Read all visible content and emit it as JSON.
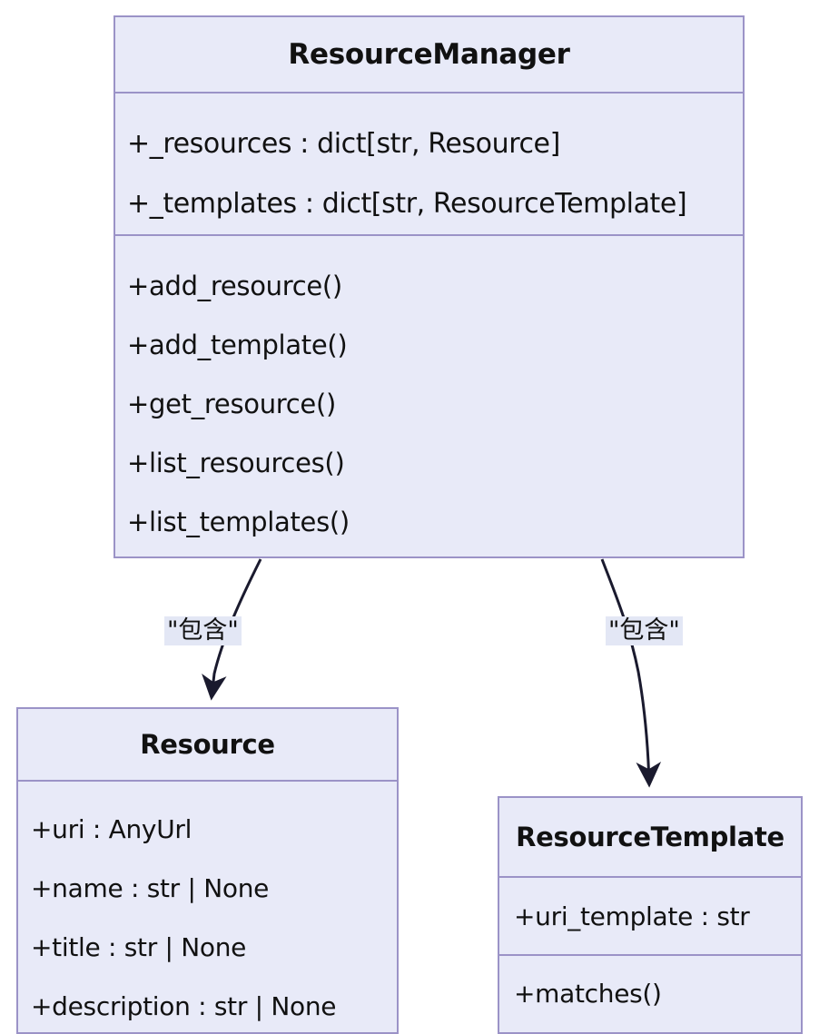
{
  "diagram": {
    "type": "uml-class-diagram",
    "background_color": "#ffffff",
    "class_fill_color": "#e8eaf8",
    "class_border_color": "#9b93c7",
    "edge_color": "#1a1a2e",
    "label_highlight_color": "#e3e7f5",
    "classes": [
      {
        "id": "resourcemanager",
        "name": "ResourceManager",
        "attributes": [
          "+_resources : dict[str, Resource]",
          "+_templates : dict[str, ResourceTemplate]"
        ],
        "methods": [
          "+add_resource()",
          "+add_template()",
          "+get_resource()",
          "+list_resources()",
          "+list_templates()"
        ]
      },
      {
        "id": "resource",
        "name": "Resource",
        "attributes": [
          "+uri : AnyUrl",
          "+name : str | None",
          "+title : str | None",
          "+description : str | None"
        ],
        "methods": []
      },
      {
        "id": "resourcetemplate",
        "name": "ResourceTemplate",
        "attributes": [
          "+uri_template : str"
        ],
        "methods": [
          "+matches()"
        ]
      }
    ],
    "relationships": [
      {
        "id": "rel-manager-resource",
        "from": "ResourceManager",
        "to": "Resource",
        "label": "\"包含\"",
        "arrow": "open-arrow"
      },
      {
        "id": "rel-manager-resourcetemplate",
        "from": "ResourceManager",
        "to": "ResourceTemplate",
        "label": "\"包含\"",
        "arrow": "open-arrow"
      }
    ]
  }
}
